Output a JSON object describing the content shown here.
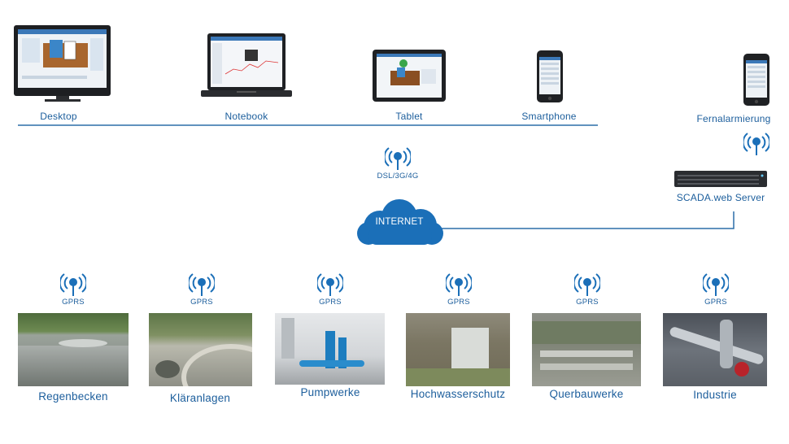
{
  "devices": {
    "desktop": "Desktop",
    "notebook": "Notebook",
    "tablet": "Tablet",
    "smartphone": "Smartphone",
    "remote_alarm": "Fernalarmierung"
  },
  "network": {
    "uplink_label": "DSL/3G/4G",
    "internet_label": "INTERNET",
    "server_label": "SCADA.web Server"
  },
  "sites": [
    {
      "label": "Regenbecken",
      "link": "GPRS"
    },
    {
      "label": "Kläranlagen",
      "link": "GPRS"
    },
    {
      "label": "Pumpwerke",
      "link": "GPRS"
    },
    {
      "label": "Hochwasserschutz",
      "link": "GPRS"
    },
    {
      "label": "Querbauwerke",
      "link": "GPRS"
    },
    {
      "label": "Industrie",
      "link": "GPRS"
    }
  ],
  "colors": {
    "accent": "#1c5e9c",
    "cloud": "#1b6fb8",
    "line": "#2b6ea8"
  },
  "icons": [
    "desktop-icon",
    "notebook-icon",
    "tablet-icon",
    "smartphone-icon",
    "antenna-icon",
    "cloud-icon",
    "server-icon"
  ]
}
